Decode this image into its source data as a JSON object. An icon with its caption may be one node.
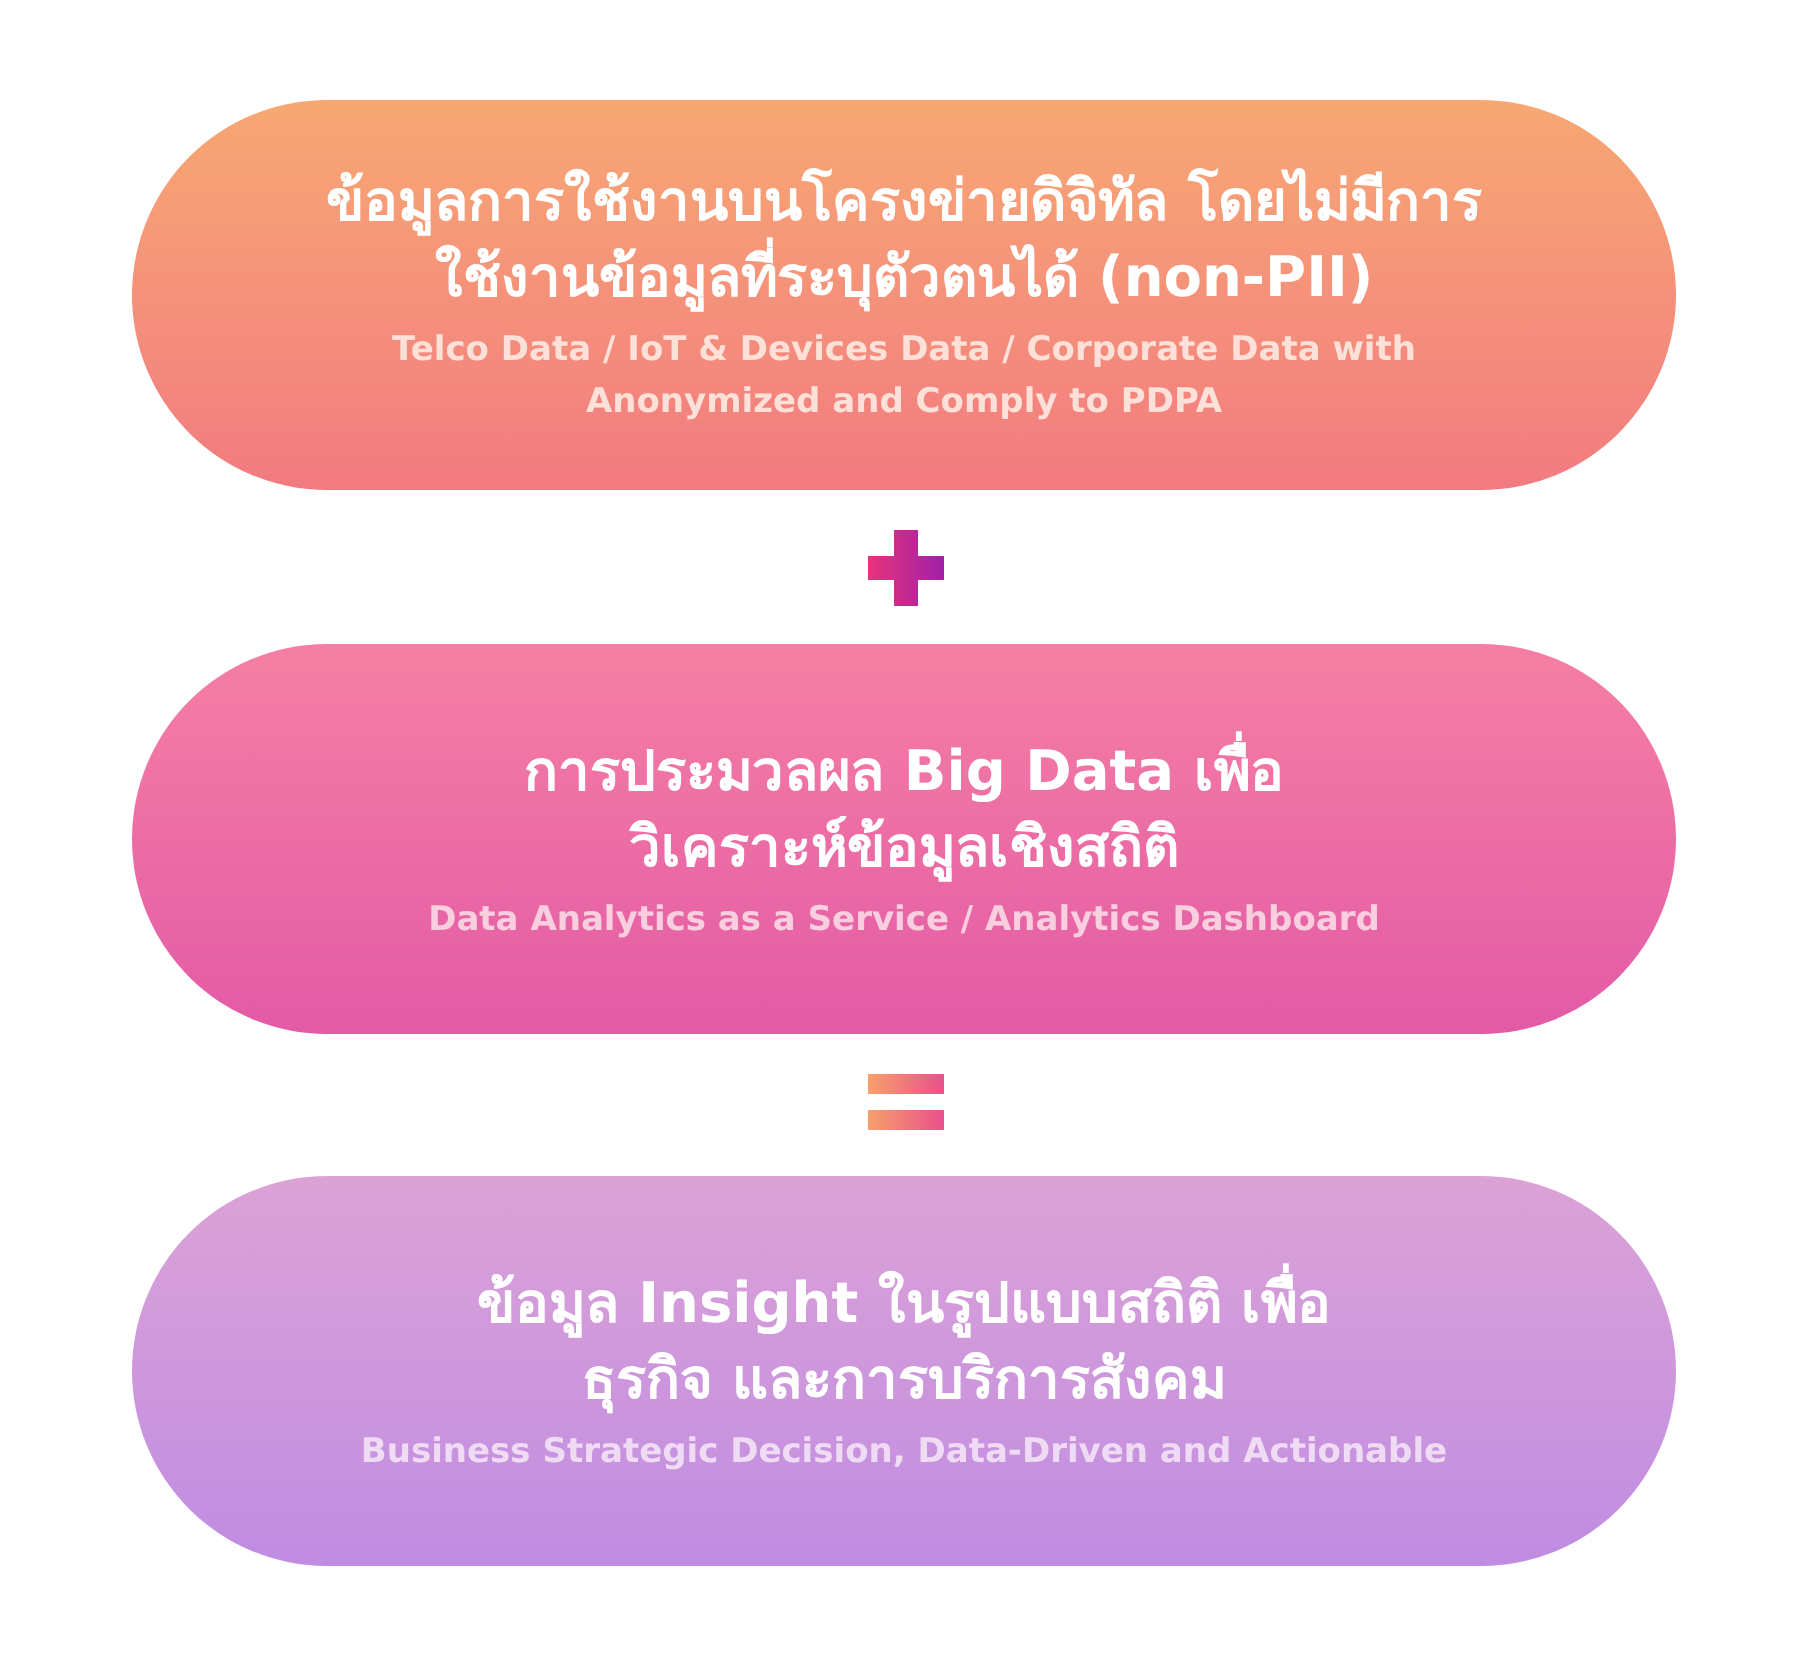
{
  "diagram": {
    "nodes": [
      {
        "text": [
          "ข้อมูลการใช้งานบนโครงข่ายดิจิทัล โดยไม่มีการใช้งานข้อมูลที่ระบุตัวตนได้ (non-PII)",
          "Telco Data / IoT & Devices Data / Corporate Data with Anonymized and Comply to PDPA"
        ]
      },
      {
        "text": [
          "การประมวลผล Big Data เพื่อวิเคราะห์ข้อมูลเชิงสถิติ",
          "Data Analytics as a Service / Analytics Dashboard"
        ]
      },
      {
        "text": [
          "ข้อมูล Insight ในรูปแบบสถิติ เพื่อธุรกิจ และการบริการสังคม",
          "Business Strategic Decision, Data-Driven and Actionable"
        ]
      }
    ]
  }
}
